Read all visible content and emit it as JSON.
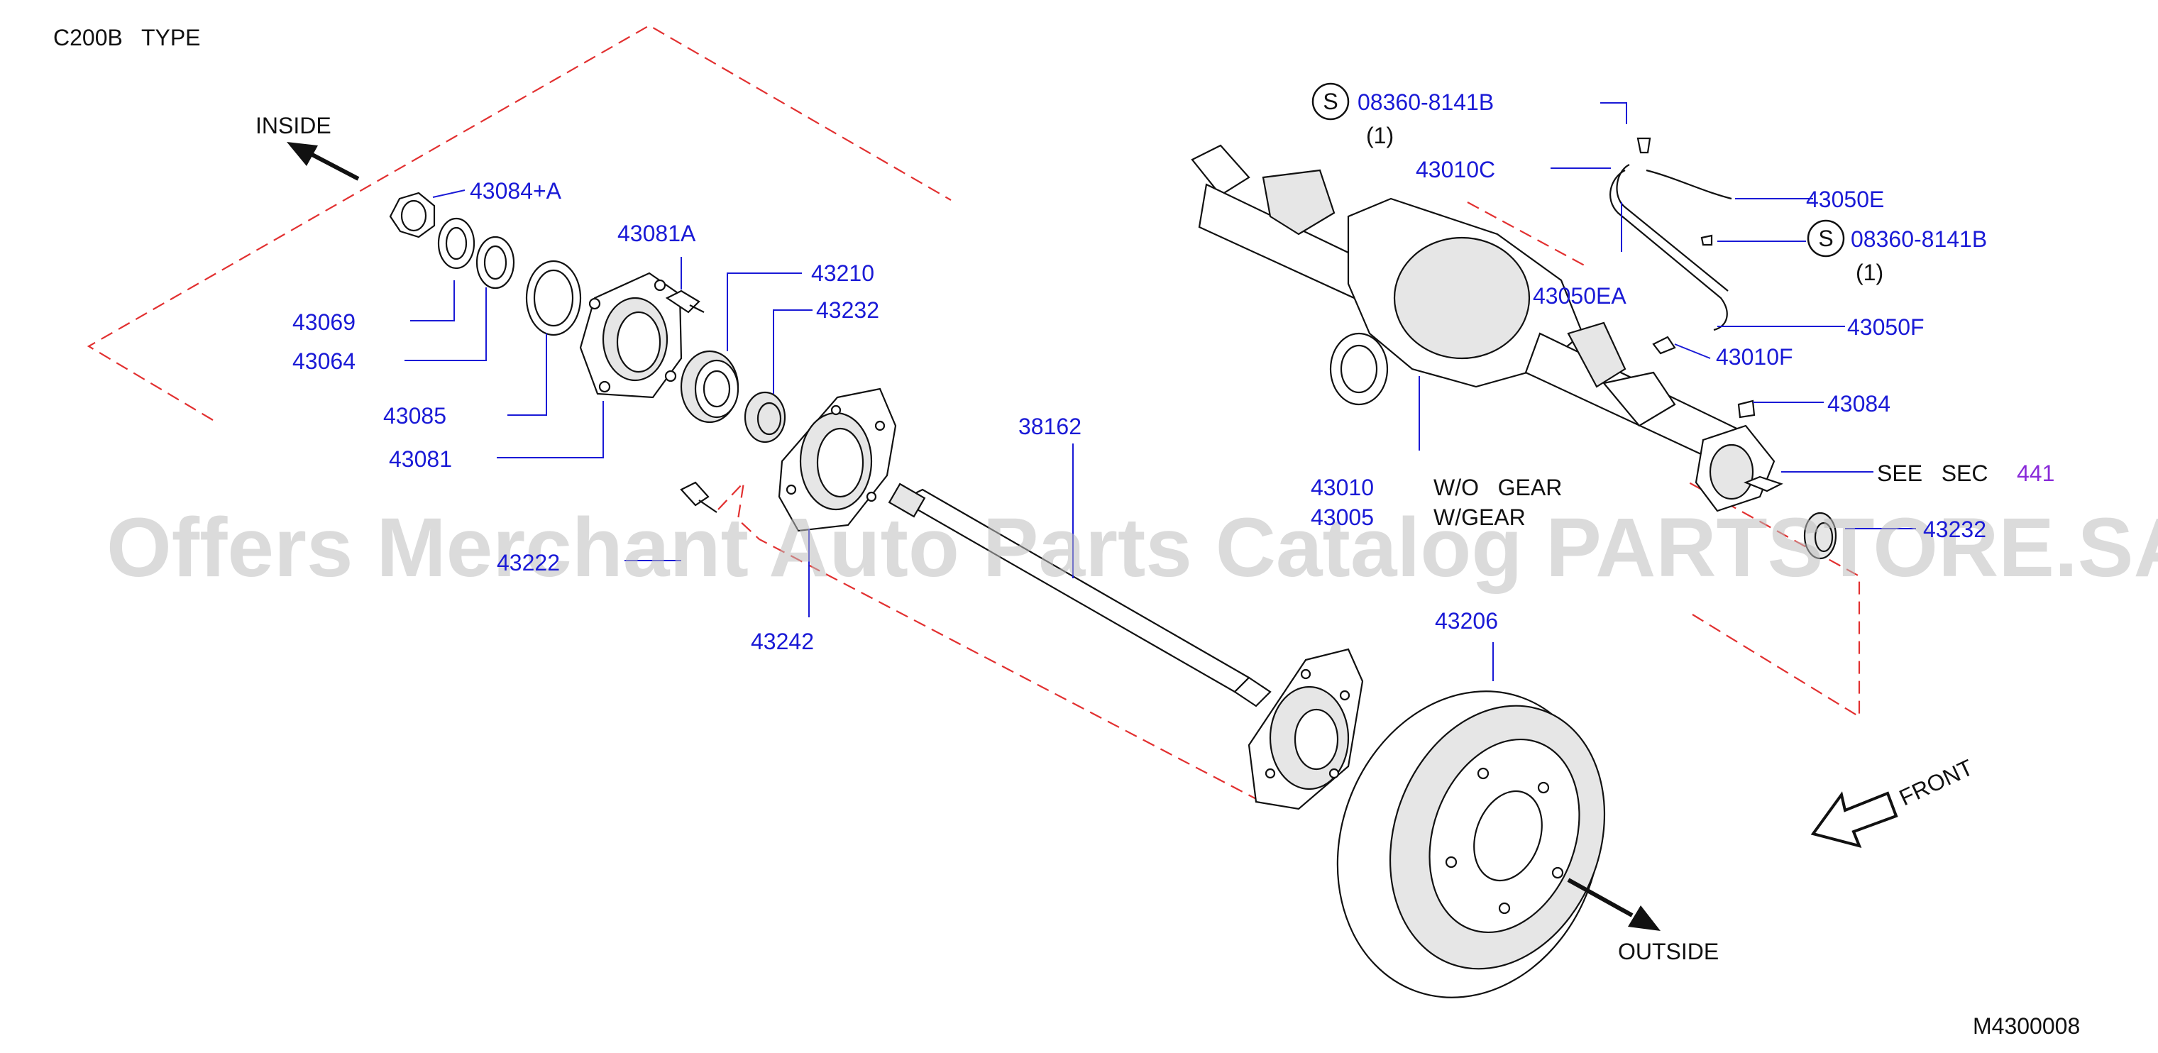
{
  "header": {
    "type_label": "C200B   TYPE"
  },
  "directions": {
    "inside": "INSIDE",
    "outside": "OUTSIDE",
    "front": "FRONT"
  },
  "footer": {
    "diagram_code": "M4300008"
  },
  "watermark": "Offers Merchant Auto Parts Catalog PARTSTORE.SA",
  "colors": {
    "part_number": "#1a1ad6",
    "section_ref": "#8a2bd9",
    "dashed_outline": "#e23030"
  },
  "parts": {
    "p43084a": "43084+A",
    "p43069": "43069",
    "p43064": "43064",
    "p43081a": "43081A",
    "p43085": "43085",
    "p43081": "43081",
    "p43210": "43210",
    "p43232_top": "43232",
    "p43222": "43222",
    "p43242": "43242",
    "p38162": "38162",
    "p43206": "43206",
    "p08360_top": "08360-8141B",
    "p08360_mid": "08360-8141B",
    "p43010c": "43010C",
    "p43050e": "43050E",
    "p43050ea": "43050EA",
    "p43050f": "43050F",
    "p43010f": "43010F",
    "p43084": "43084",
    "p43010": "43010",
    "p43005": "43005",
    "p43232_right": "43232"
  },
  "qty": {
    "top": "(1)",
    "mid": "(1)"
  },
  "std_symbol": "S",
  "notes": {
    "wo_gear": "W/O   GEAR",
    "w_gear": "W/GEAR",
    "see_sec": "SEE   SEC",
    "sec_number": "441"
  }
}
